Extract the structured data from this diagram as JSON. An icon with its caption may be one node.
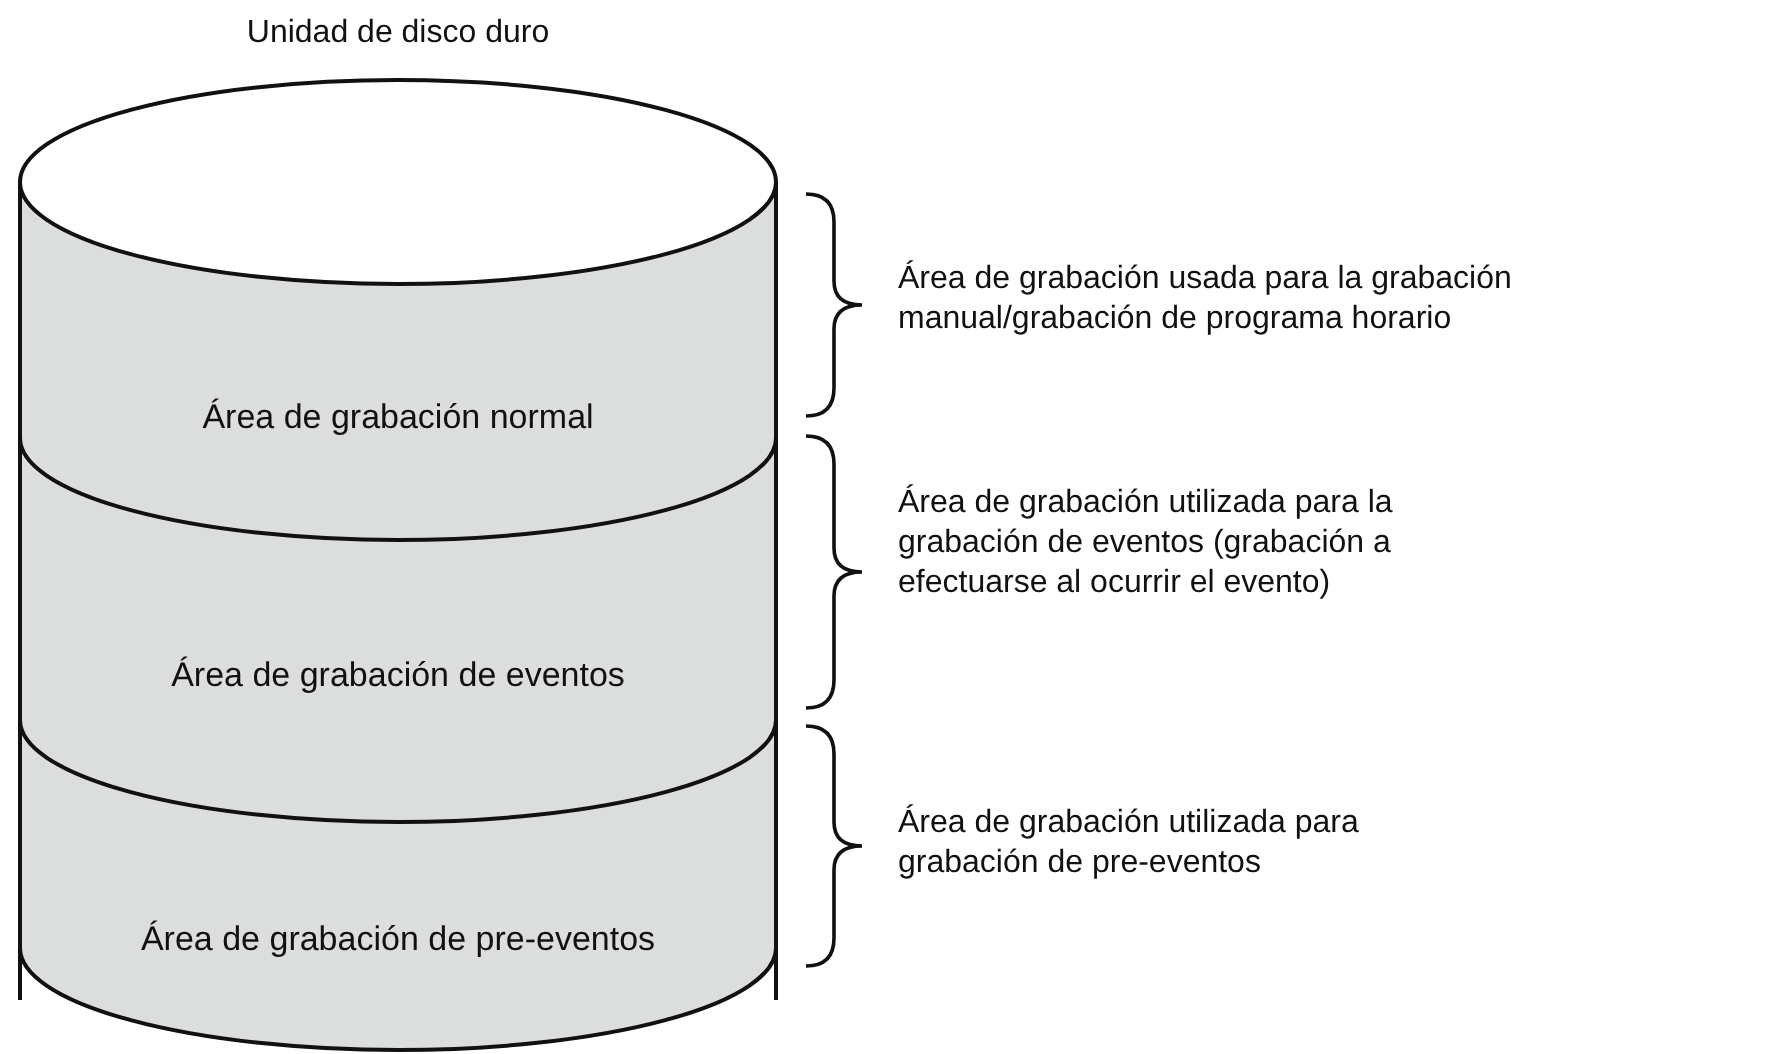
{
  "diagram": {
    "nodes": [
      {
        "text": [
          "Unidad de disco duro"
        ]
      },
      {
        "text": [
          "Área de grabación normal"
        ],
        "in": 0
      },
      {
        "text": [
          "Área de grabación de eventos"
        ],
        "in": 0
      },
      {
        "text": [
          "Área de grabación de pre-eventos"
        ],
        "in": 0
      }
    ],
    "labels": [
      "Área de grabación usada para la grabación manual/grabación de programa horario",
      "Área de grabación utilizada para la grabación de eventos (grabación a efectuarse al ocurrir el evento)",
      "Área de grabación utilizada para grabación de pre-eventos"
    ]
  }
}
